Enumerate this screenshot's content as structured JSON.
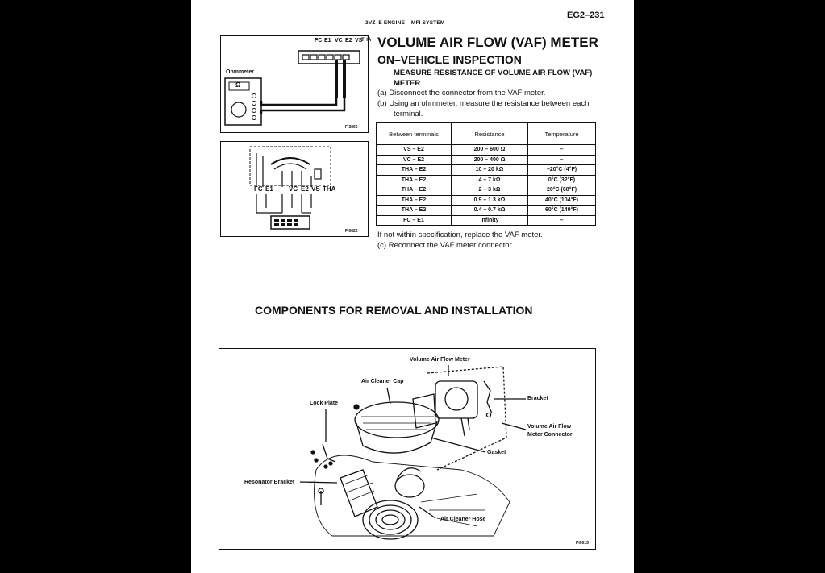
{
  "header": {
    "page_id": "EG2–231",
    "section": "3VZ–E ENGINE  –  MFI SYSTEM"
  },
  "figure1": {
    "terminal_labels": [
      "FC",
      "E1",
      "VC",
      "E2",
      "VS",
      "THA"
    ],
    "ohmmeter_label": "Ohmmeter",
    "meter_symbol": "Ω",
    "figure_id": "FI3860"
  },
  "figure2": {
    "terminal_labels": [
      "FC",
      "E1",
      "VC",
      "E2",
      "VS",
      "THA"
    ],
    "figure_id": "FI0622"
  },
  "section1": {
    "title": "VOLUME AIR FLOW (VAF) METER",
    "subtitle": "ON–VEHICLE INSPECTION",
    "step_title": "MEASURE RESISTANCE OF VOLUME AIR FLOW (VAF) METER",
    "step_a": "(a) Disconnect the connector from the VAF meter.",
    "step_b_line1": "(b) Using an ohmmeter, measure the resistance between each",
    "step_b_line2": "terminal."
  },
  "spec_table": {
    "headers": [
      "Between terminals",
      "Resistance",
      "Temperature"
    ],
    "rows": [
      [
        "VS – E2",
        "200 – 600 Ω",
        "–"
      ],
      [
        "VC – E2",
        "200 – 400 Ω",
        "–"
      ],
      [
        "THA – E2",
        "10 – 20 kΩ",
        "–20°C (4°F)"
      ],
      [
        "THA – E2",
        "4 – 7 kΩ",
        "0°C (32°F)"
      ],
      [
        "THA – E2",
        "2 – 3 kΩ",
        "20°C (68°F)"
      ],
      [
        "THA – E2",
        "0.9 – 1.3 kΩ",
        "40°C (104°F)"
      ],
      [
        "THA – E2",
        "0.4 – 0.7 kΩ",
        "60°C (140°F)"
      ],
      [
        "FC – E1",
        "Infinity",
        "–"
      ]
    ]
  },
  "notes": {
    "replace": "If not within specification, replace the VAF meter.",
    "step_c": "(c) Reconnect the VAF meter connector."
  },
  "section2": {
    "title": "COMPONENTS FOR REMOVAL AND INSTALLATION"
  },
  "figure3": {
    "labels": {
      "vaf_meter": "Volume Air Flow Meter",
      "air_cleaner_cap": "Air Cleaner Cap",
      "lock_plate": "Lock Plate",
      "bracket": "Bracket",
      "connector_1": "Volume Air Flow",
      "connector_2": "Meter Connector",
      "gasket": "Gasket",
      "resonator_bracket": "Resonator Bracket",
      "air_cleaner_hose": "Air Cleaner Hose"
    },
    "figure_id": "PI0015"
  }
}
